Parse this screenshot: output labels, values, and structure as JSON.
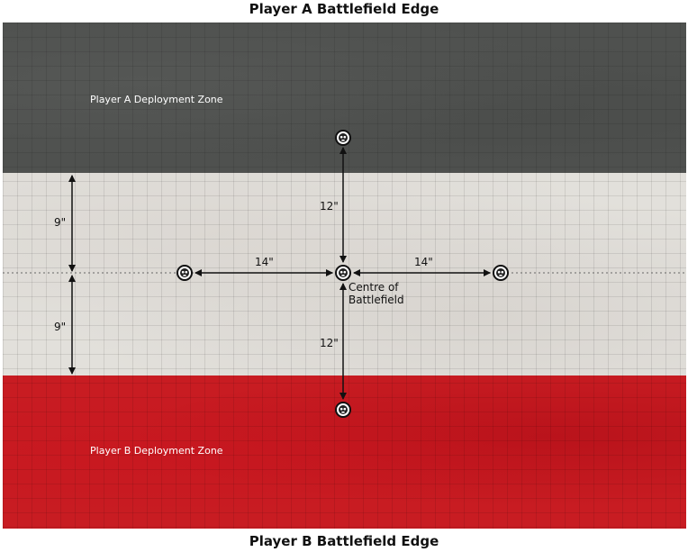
{
  "edges": {
    "top": "Player A Battlefield Edge",
    "bottom": "Player B Battlefield Edge"
  },
  "zones": {
    "a_label": "Player A Deployment Zone",
    "b_label": "Player B Deployment Zone"
  },
  "colors": {
    "player_a_zone": "#4f514f",
    "neutral_zone": "#e2e0db",
    "player_b_zone": "#c81c22"
  },
  "centre_label": [
    "Centre of",
    "Battlefield"
  ],
  "measurements": {
    "north": "12\"",
    "south": "12\"",
    "west": "14\"",
    "east": "14\"",
    "upper_left": "9\"",
    "lower_left": "9\""
  },
  "objective_icon": "skull-icon"
}
